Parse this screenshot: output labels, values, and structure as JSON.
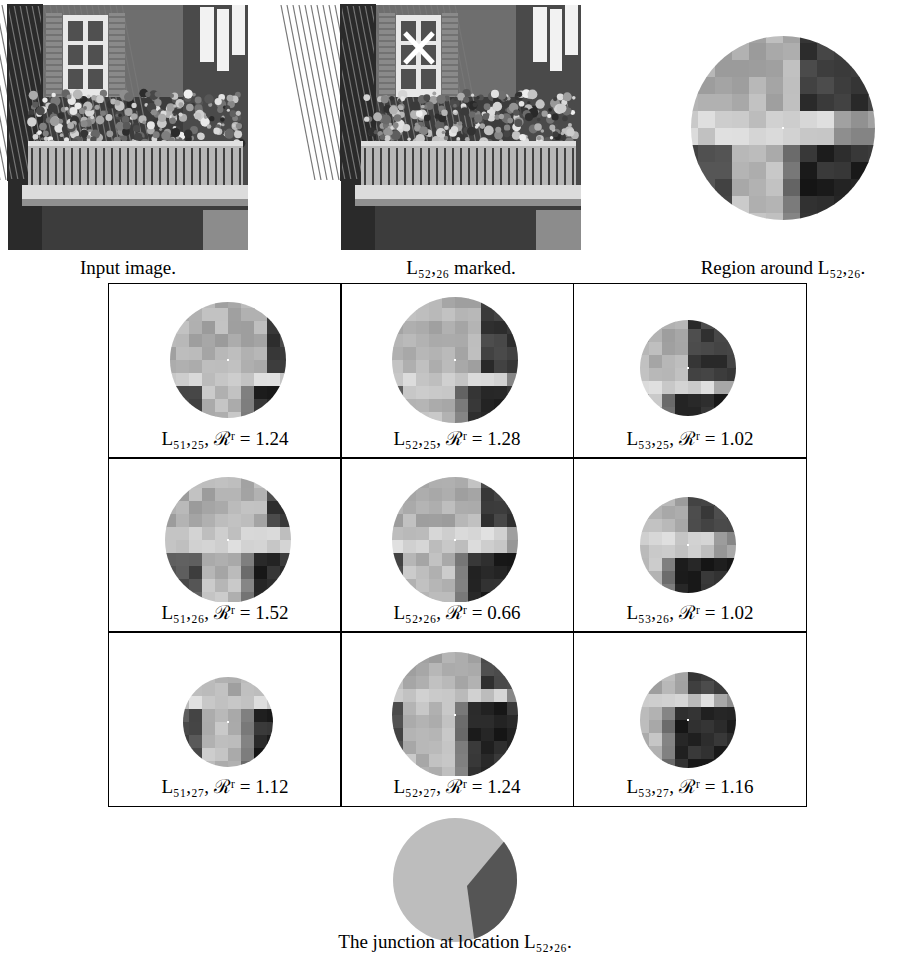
{
  "diagram": {
    "nodes": [
      {
        "text": [
          "L₅₁,₂₅, ℛʳ = 1.24"
        ]
      },
      {
        "text": [
          "L₅₂,₂₅, ℛʳ = 1.28"
        ]
      },
      {
        "text": [
          "L₅₃,₂₅, ℛʳ = 1.02"
        ]
      },
      {
        "text": [
          "L₅₁,₂₆, ℛʳ = 1.52"
        ]
      },
      {
        "text": [
          "L₅₂,₂₆, ℛʳ = 0.66"
        ]
      },
      {
        "text": [
          "L₅₃,₂₆, ℛʳ = 1.02"
        ]
      },
      {
        "text": [
          "L₅₁,₂₇, ℛʳ = 1.12"
        ]
      },
      {
        "text": [
          "L₅₂,₂₇, ℛʳ = 1.24"
        ]
      },
      {
        "text": [
          "L₅₃,₂₇, ℛʳ = 1.16"
        ]
      }
    ],
    "labels": [
      "Input image.",
      "L₅₂,₂₆ marked.",
      "Region around L₅₂,₂₆.",
      "The junction at location L₅₂,₂₆."
    ]
  }
}
